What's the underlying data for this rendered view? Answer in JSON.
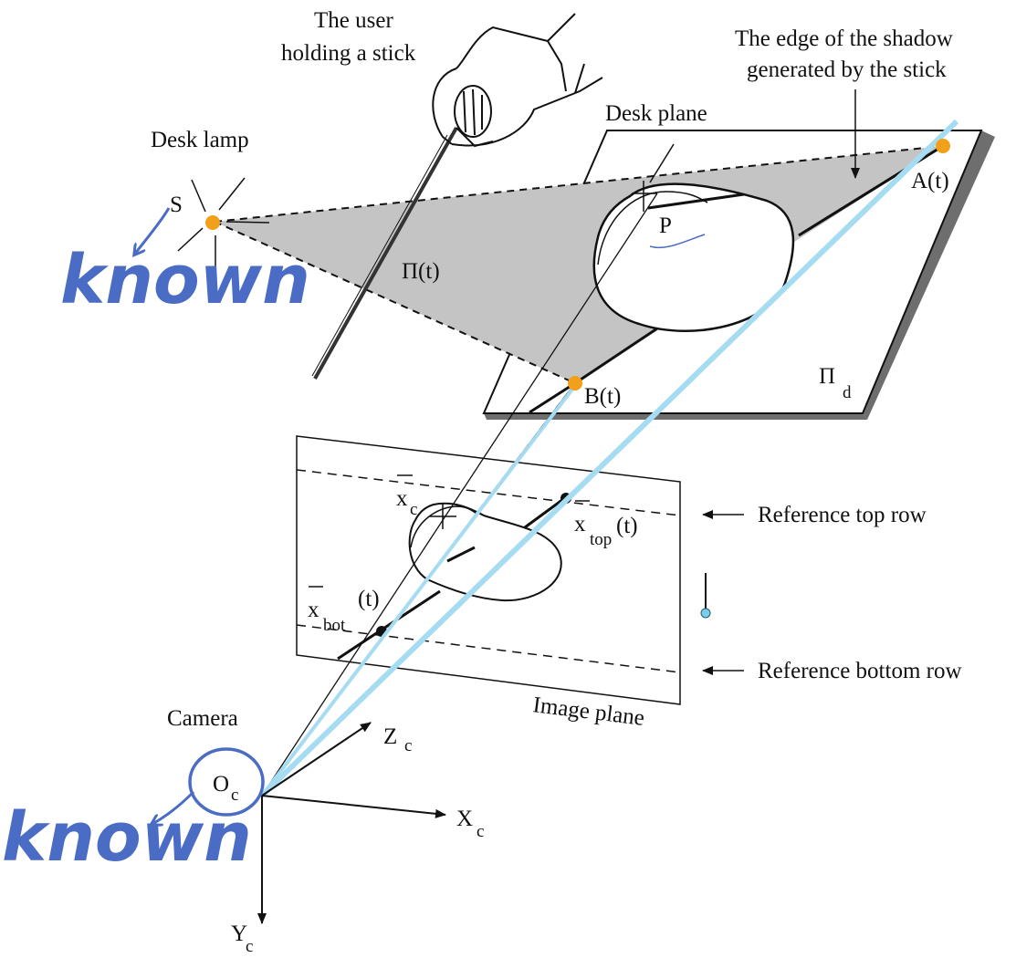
{
  "labels": {
    "user_line1": "The user",
    "user_line2": "holding a stick",
    "shadow_line1": "The edge of the shadow",
    "shadow_line2": "generated by the stick",
    "desk_plane": "Desk plane",
    "desk_lamp": "Desk lamp",
    "lamp_point": "S",
    "shadow_plane": "Π(t)",
    "point_p": "P",
    "point_a": "A(t)",
    "point_b": "B(t)",
    "desk_symbol": "Π",
    "desk_sub": "d",
    "xc_main": "x",
    "xc_sub": "c",
    "xtop_main": "x",
    "xtop_sub": "top",
    "xtop_arg": "(t)",
    "xbot_main": "x",
    "xbot_sub": "bot",
    "xbot_arg": "(t)",
    "ref_top": "Reference top row",
    "ref_bottom": "Reference bottom row",
    "image_plane": "Image plane",
    "camera": "Camera",
    "oc_main": "O",
    "oc_sub": "c",
    "zc_main": "Z",
    "zc_sub": "c",
    "xaxis_main": "X",
    "xaxis_sub": "c",
    "yaxis_main": "Y",
    "yaxis_sub": "c"
  },
  "annotations": {
    "known_lamp": "known",
    "known_camera": "known"
  },
  "colors": {
    "line": "#111111",
    "shadow_fill": "#c4c4c4",
    "desk_edge": "#6e6e6e",
    "highlight_ray": "#a6dcf2",
    "annotation_ink": "#4a6cc4",
    "point_marker": "#f2a019"
  }
}
